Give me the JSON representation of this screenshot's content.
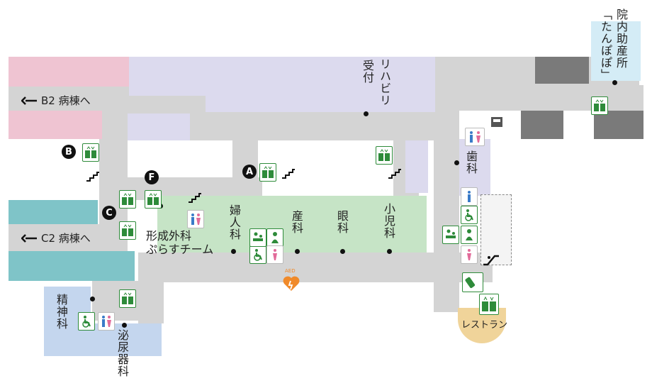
{
  "labels": {
    "b2": "B2 病棟へ",
    "c2": "C2 病棟へ",
    "rehab": "リハビリ",
    "reception": "受付",
    "dental": "歯科",
    "obgyn": "婦人科",
    "obstetrics": "産科",
    "ophthalmology": "眼科",
    "pediatrics": "小児科",
    "plastic1": "形成外科",
    "plastic2": "ぷらすチーム",
    "psychiatry": "精神科",
    "urology": "泌尿器科",
    "restaurant": "レストラン",
    "midwife": "院内助産所",
    "tanpopo": "「たんぽぽ」",
    "aed": "AED"
  },
  "markers": [
    "A",
    "B",
    "C",
    "F"
  ],
  "colors": {
    "corridor": "#d4d4d4",
    "pink": "#efc4d2",
    "lavender": "#dcdaee",
    "green": "#c6e4c6",
    "teal": "#7fc4c8",
    "blue": "#c4d6ee",
    "dark": "#7a7a7a",
    "light_blue": "#d4ecf6",
    "orange": "#f0d49a",
    "elevator": "#2e8b3a"
  },
  "icons": [
    "elevator-icon",
    "stairs-icon",
    "restroom-icon",
    "wheelchair-icon",
    "baby-care-icon",
    "escalator-icon",
    "aed-icon",
    "nursing-icon",
    "shop-icon"
  ]
}
